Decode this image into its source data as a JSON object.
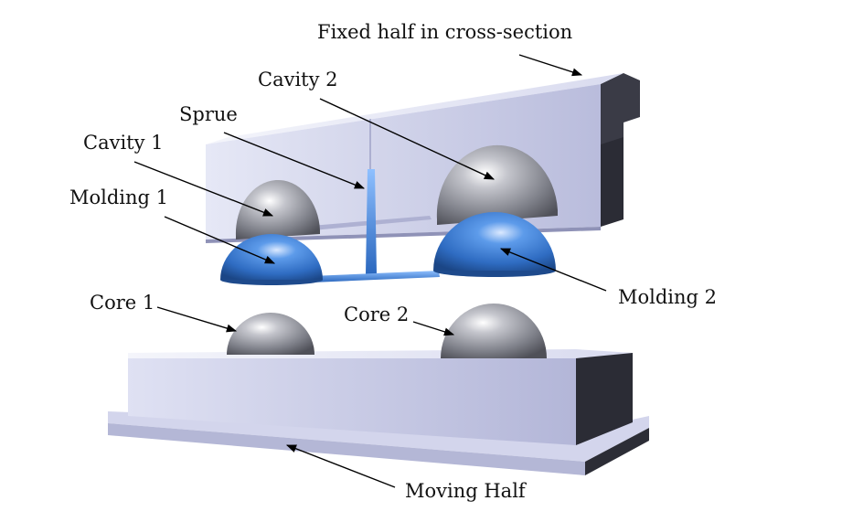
{
  "labels": {
    "fixed_half": "Fixed half in cross-section",
    "cavity_2": "Cavity 2",
    "sprue": "Sprue",
    "cavity_1": "Cavity 1",
    "molding_1": "Molding 1",
    "molding_2": "Molding 2",
    "core_1": "Core 1",
    "core_2": "Core 2",
    "moving_half": "Moving Half"
  },
  "colors": {
    "mold_face": "#c9cbe6",
    "mold_top": "#eceef8",
    "mold_dark": "#2a2b33",
    "molding_blue": "#3f7fd6",
    "core_gray": "#9a9ba4"
  }
}
